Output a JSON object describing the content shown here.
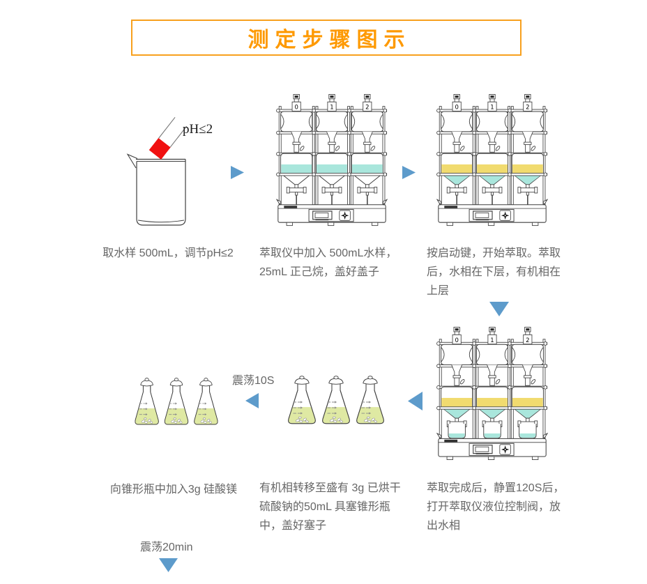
{
  "title": {
    "text": "测定步骤图示"
  },
  "colors": {
    "accent_orange": "#FE9900",
    "title_border": "#F8A01D",
    "arrow_blue": "#5D9BCB",
    "caption_gray": "#666666",
    "outline": "#3F3F3F",
    "water_cyan": "#A9E6DC",
    "organic_yellow": "#F1DB6F",
    "flask_green": "#DFE9A3",
    "ph_strip_red": "#F01111"
  },
  "ph_label": "pH≤2",
  "apparatus": {
    "cap_labels": [
      "0",
      "1",
      "2"
    ]
  },
  "steps": [
    {
      "name": "step-1",
      "lines": [
        "取水样 500mL，调节pH≤2"
      ]
    },
    {
      "name": "step-2",
      "lines": [
        "萃取仪中加入 500mL水样，",
        "25mL 正己烷，盖好盖子"
      ]
    },
    {
      "name": "step-3",
      "lines": [
        "按启动键，开始萃取。萃取",
        "后，水相在下层，有机相在",
        "上层"
      ]
    },
    {
      "name": "step-4",
      "lines": [
        "萃取完成后，静置120S后，",
        "打开萃取仪液位控制阀，放",
        "出水相"
      ]
    },
    {
      "name": "step-5",
      "lines": [
        "有机相转移至盛有 3g 已烘干",
        "硫酸钠的50mL 具塞锥形瓶",
        "中，盖好塞子"
      ]
    },
    {
      "name": "step-6",
      "lines": [
        "向锥形瓶中加入3g 硅酸镁"
      ]
    }
  ],
  "annotations": {
    "shake_short": "震荡10S",
    "shake_long": "震荡20min"
  }
}
